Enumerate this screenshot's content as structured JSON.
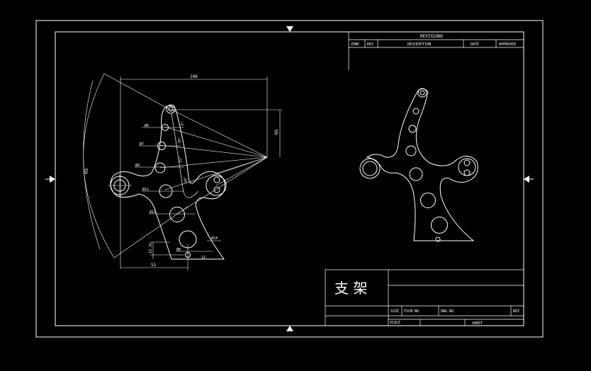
{
  "revisions": {
    "title": "REVISIONS",
    "headers": [
      "ZONE",
      "REV",
      "DESCRIPTION",
      "DATE",
      "APPROVED"
    ]
  },
  "title_block": {
    "part_name": "支 架",
    "size_label": "SIZE",
    "fscm_label": "FSCM NO",
    "dwg_label": "DWG NO",
    "rev_label": "REV",
    "scale_label": "SCALE",
    "sheet_label": "SHEET"
  },
  "dimensions": {
    "width_top": "106",
    "radius_left": "R5",
    "height_right": "65",
    "dia_a": "Ø6",
    "dia_b": "Ø7",
    "dia_c": "Ø9",
    "dia_d": "Ø11",
    "dia_e": "Ø13",
    "dia_f": "Ø14",
    "dia_g": "Ø8",
    "bottom_width": "51",
    "height_small": "15.25",
    "offset_small": "12",
    "angle_a": "5°",
    "angle_b": "10°",
    "angle_c": "15°",
    "angle_d": "20°"
  }
}
